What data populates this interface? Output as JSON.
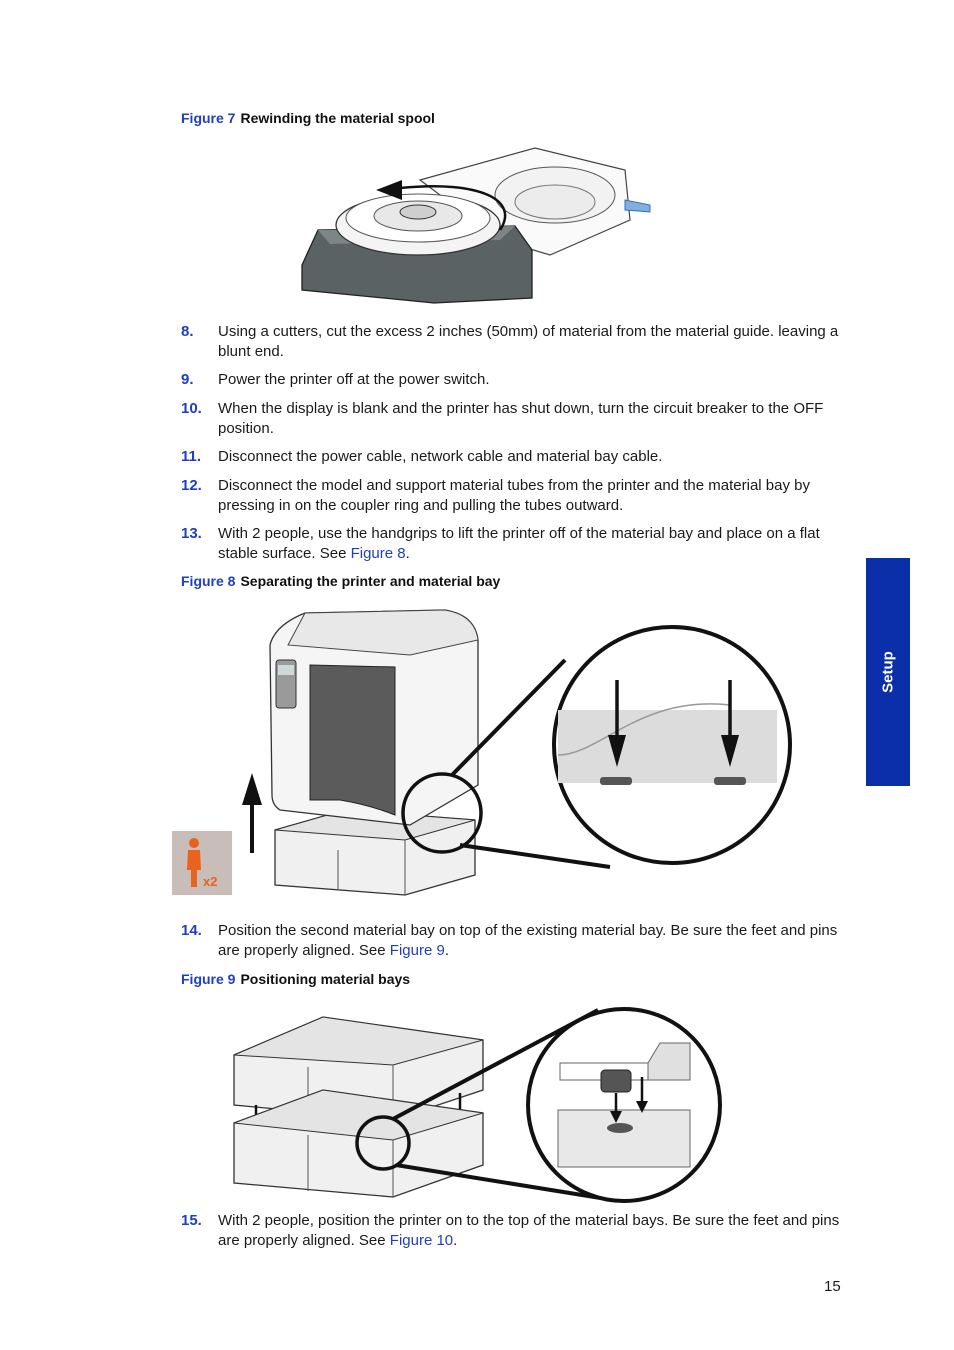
{
  "figure7": {
    "number": "Figure 7",
    "title": "Rewinding the material spool"
  },
  "figure8": {
    "number": "Figure 8",
    "title": "Separating the printer and material bay",
    "badge": "x2"
  },
  "figure9": {
    "number": "Figure 9",
    "title": "Positioning material bays"
  },
  "steps": [
    {
      "num": "8.",
      "text": "Using a cutters, cut the excess 2 inches (50mm) of material from the material guide. leaving a blunt end."
    },
    {
      "num": "9.",
      "text": "Power the printer off at the power switch."
    },
    {
      "num": "10.",
      "text": "When the display is blank and the printer has shut down, turn the circuit breaker to the OFF position."
    },
    {
      "num": "11.",
      "text": "Disconnect the power cable, network cable and material bay cable."
    },
    {
      "num": "12.",
      "text": "Disconnect the model and support material tubes from the printer and the material bay by pressing in on the coupler ring and pulling the tubes outward."
    },
    {
      "num": "13.",
      "text": "With 2 people, use the handgrips to lift the printer off of the material bay and place on a flat stable surface. See ",
      "link": "Figure 8",
      "after": "."
    },
    {
      "num": "14.",
      "text": "Position the second material bay on top of the existing material bay. Be sure the feet and pins are properly aligned. See ",
      "link": "Figure 9",
      "after": "."
    },
    {
      "num": "15.",
      "text": "With 2 people, position the printer on to the top of the material bays. Be sure the feet and pins are properly aligned. See ",
      "link": "Figure 10",
      "after": "."
    }
  ],
  "side_tab": {
    "label": "Setup"
  },
  "page_number": "15",
  "colors": {
    "accent": "#1f3fbf",
    "tab": "#0a2fa8"
  }
}
